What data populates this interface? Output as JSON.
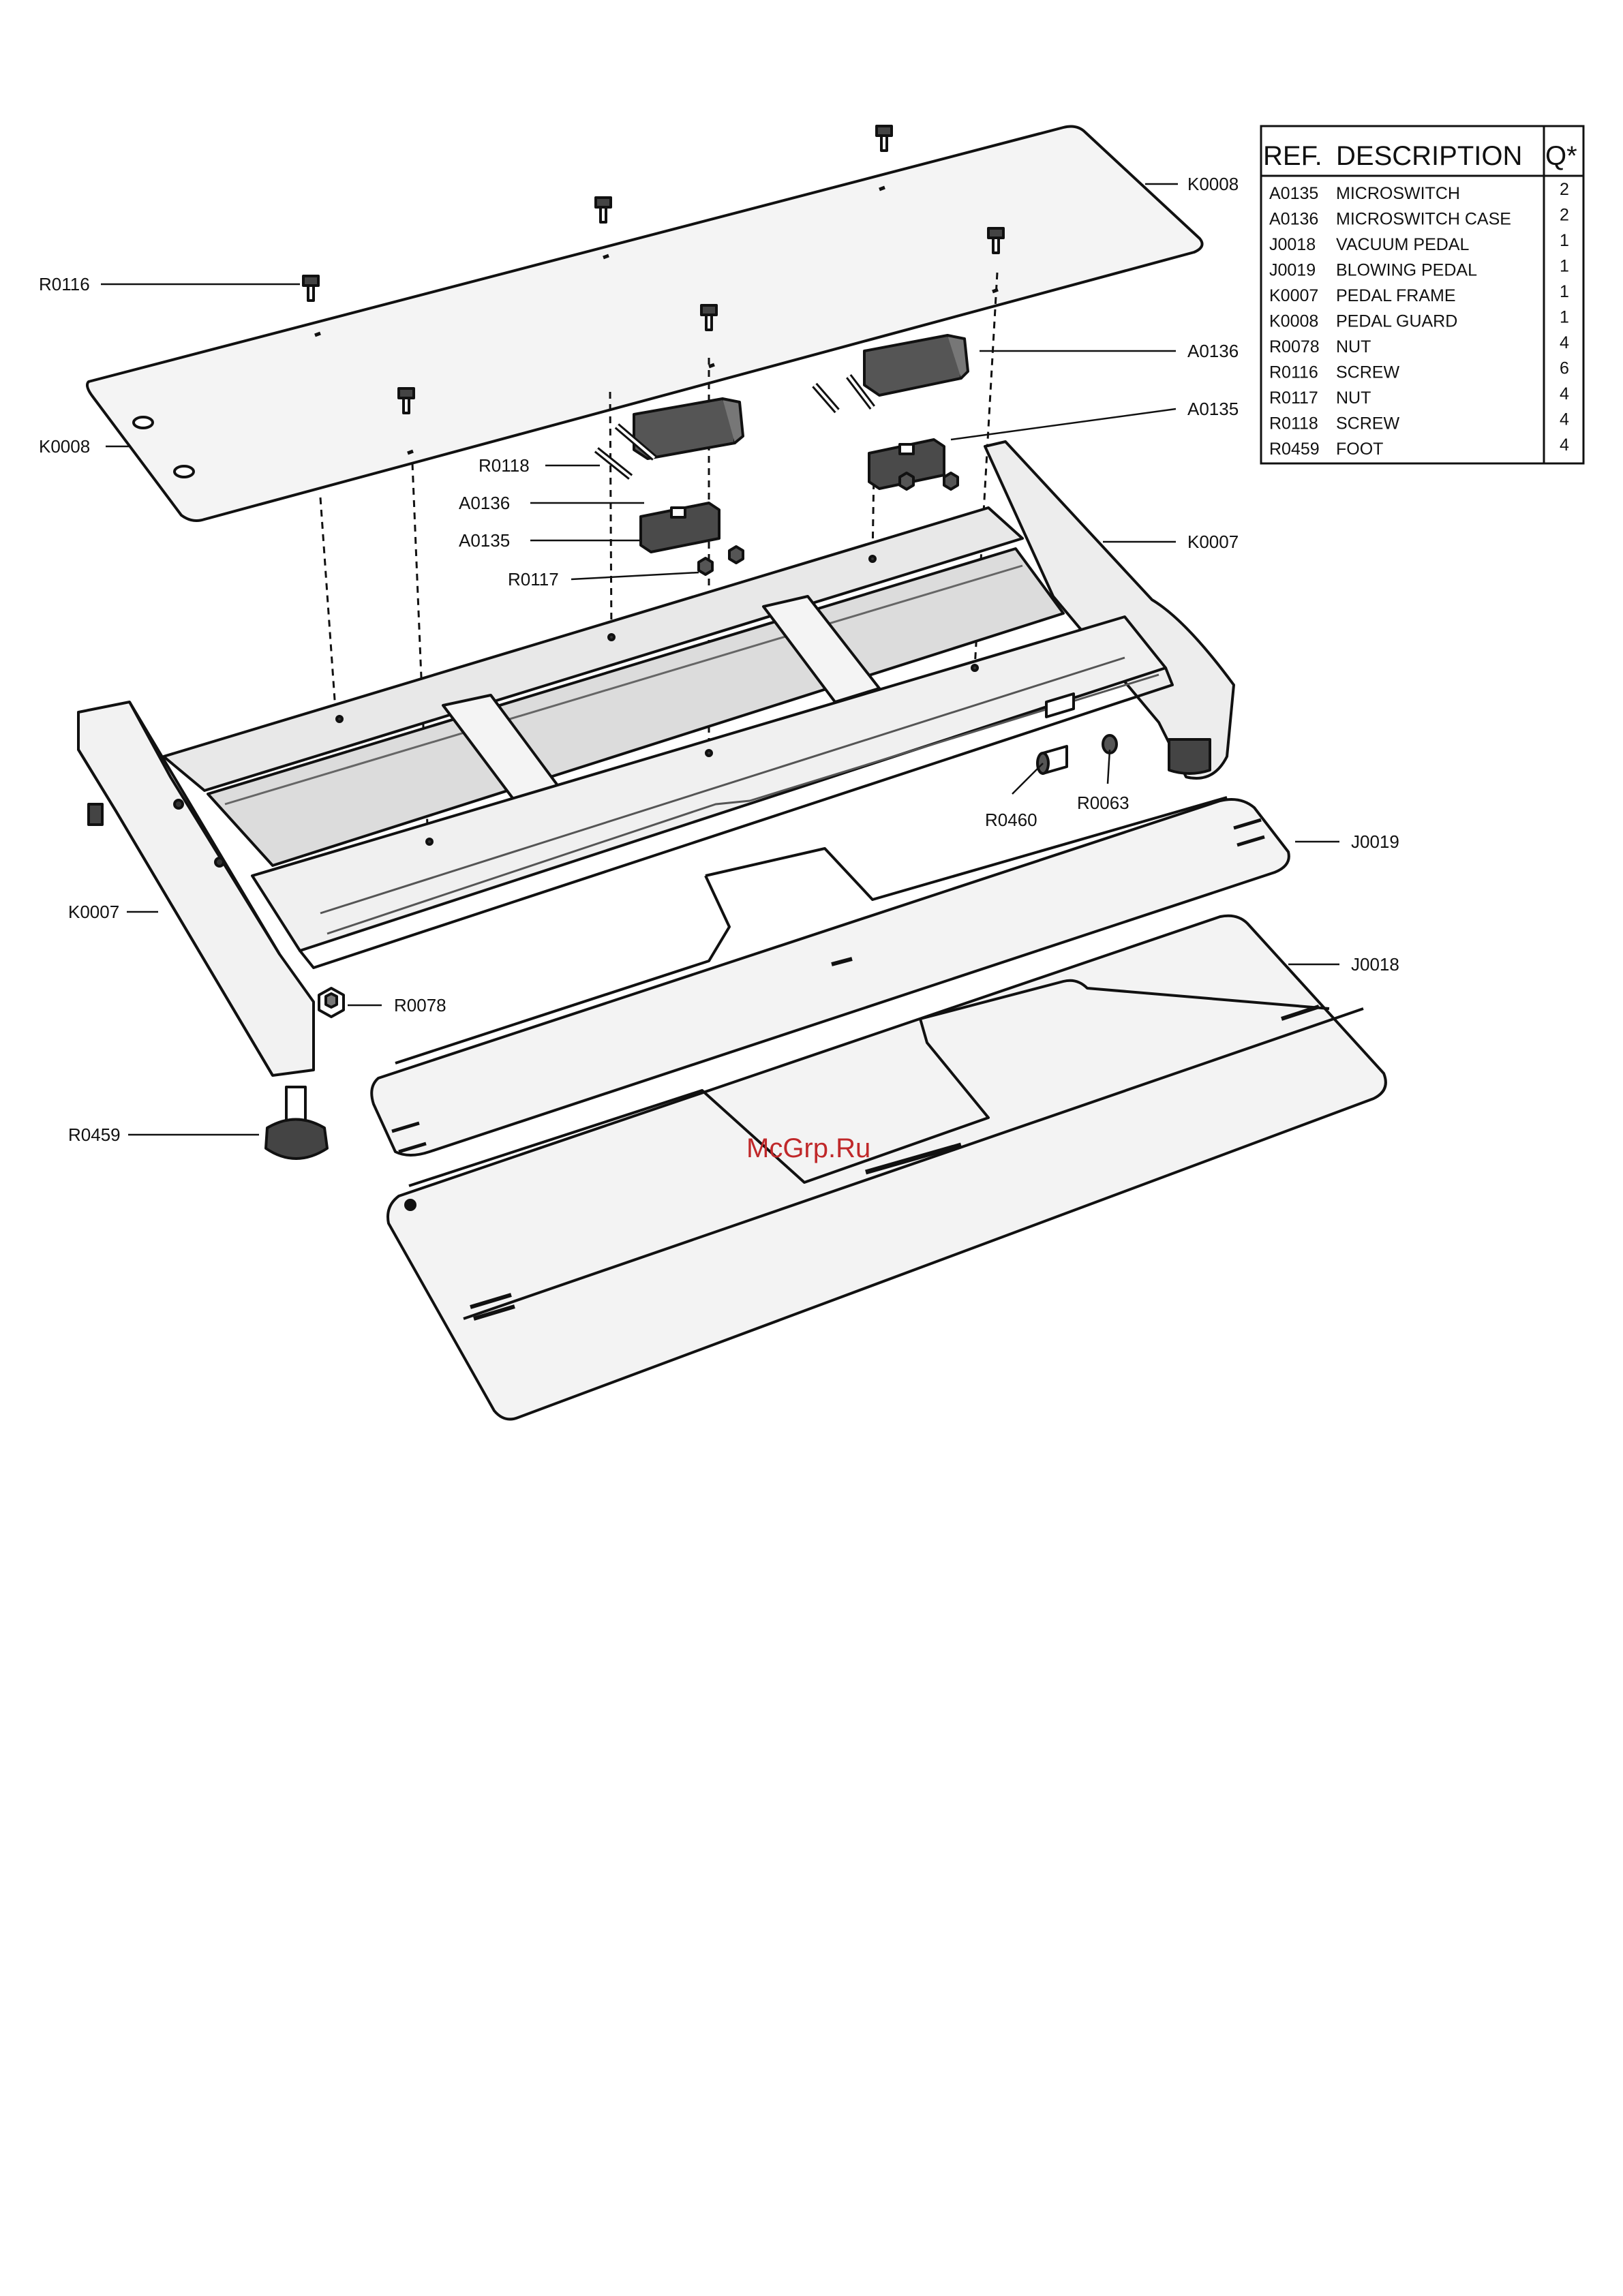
{
  "watermark": "McGrp.Ru",
  "parts_table": {
    "headers": {
      "ref": "REF.",
      "description": "DESCRIPTION",
      "qty": "Q*"
    },
    "rows": [
      {
        "ref": "A0135",
        "description": "MICROSWITCH",
        "qty": "2"
      },
      {
        "ref": "A0136",
        "description": "MICROSWITCH CASE",
        "qty": "2"
      },
      {
        "ref": "J0018",
        "description": "VACUUM PEDAL",
        "qty": "1"
      },
      {
        "ref": "J0019",
        "description": "BLOWING PEDAL",
        "qty": "1"
      },
      {
        "ref": "K0007",
        "description": "PEDAL FRAME",
        "qty": "1"
      },
      {
        "ref": "K0008",
        "description": "PEDAL GUARD",
        "qty": "1"
      },
      {
        "ref": "R0078",
        "description": "NUT",
        "qty": "4"
      },
      {
        "ref": "R0116",
        "description": "SCREW",
        "qty": "6"
      },
      {
        "ref": "R0117",
        "description": "NUT",
        "qty": "4"
      },
      {
        "ref": "R0118",
        "description": "SCREW",
        "qty": "4"
      },
      {
        "ref": "R0459",
        "description": "FOOT",
        "qty": "4"
      }
    ]
  },
  "callouts": {
    "k0008_top_right": "K0008",
    "r0116_left": "R0116",
    "k0008_left": "K0008",
    "a0136_right": "A0136",
    "a0135_right": "A0135",
    "r0118_left": "R0118",
    "a0136_left": "A0136",
    "a0135_left": "A0135",
    "r0117_left": "R0117",
    "k0007_right": "K0007",
    "r0460": "R0460",
    "r0063": "R0063",
    "j0019": "J0019",
    "k0007_left": "K0007",
    "j0018": "J0018",
    "r0078": "R0078",
    "r0459": "R0459"
  }
}
